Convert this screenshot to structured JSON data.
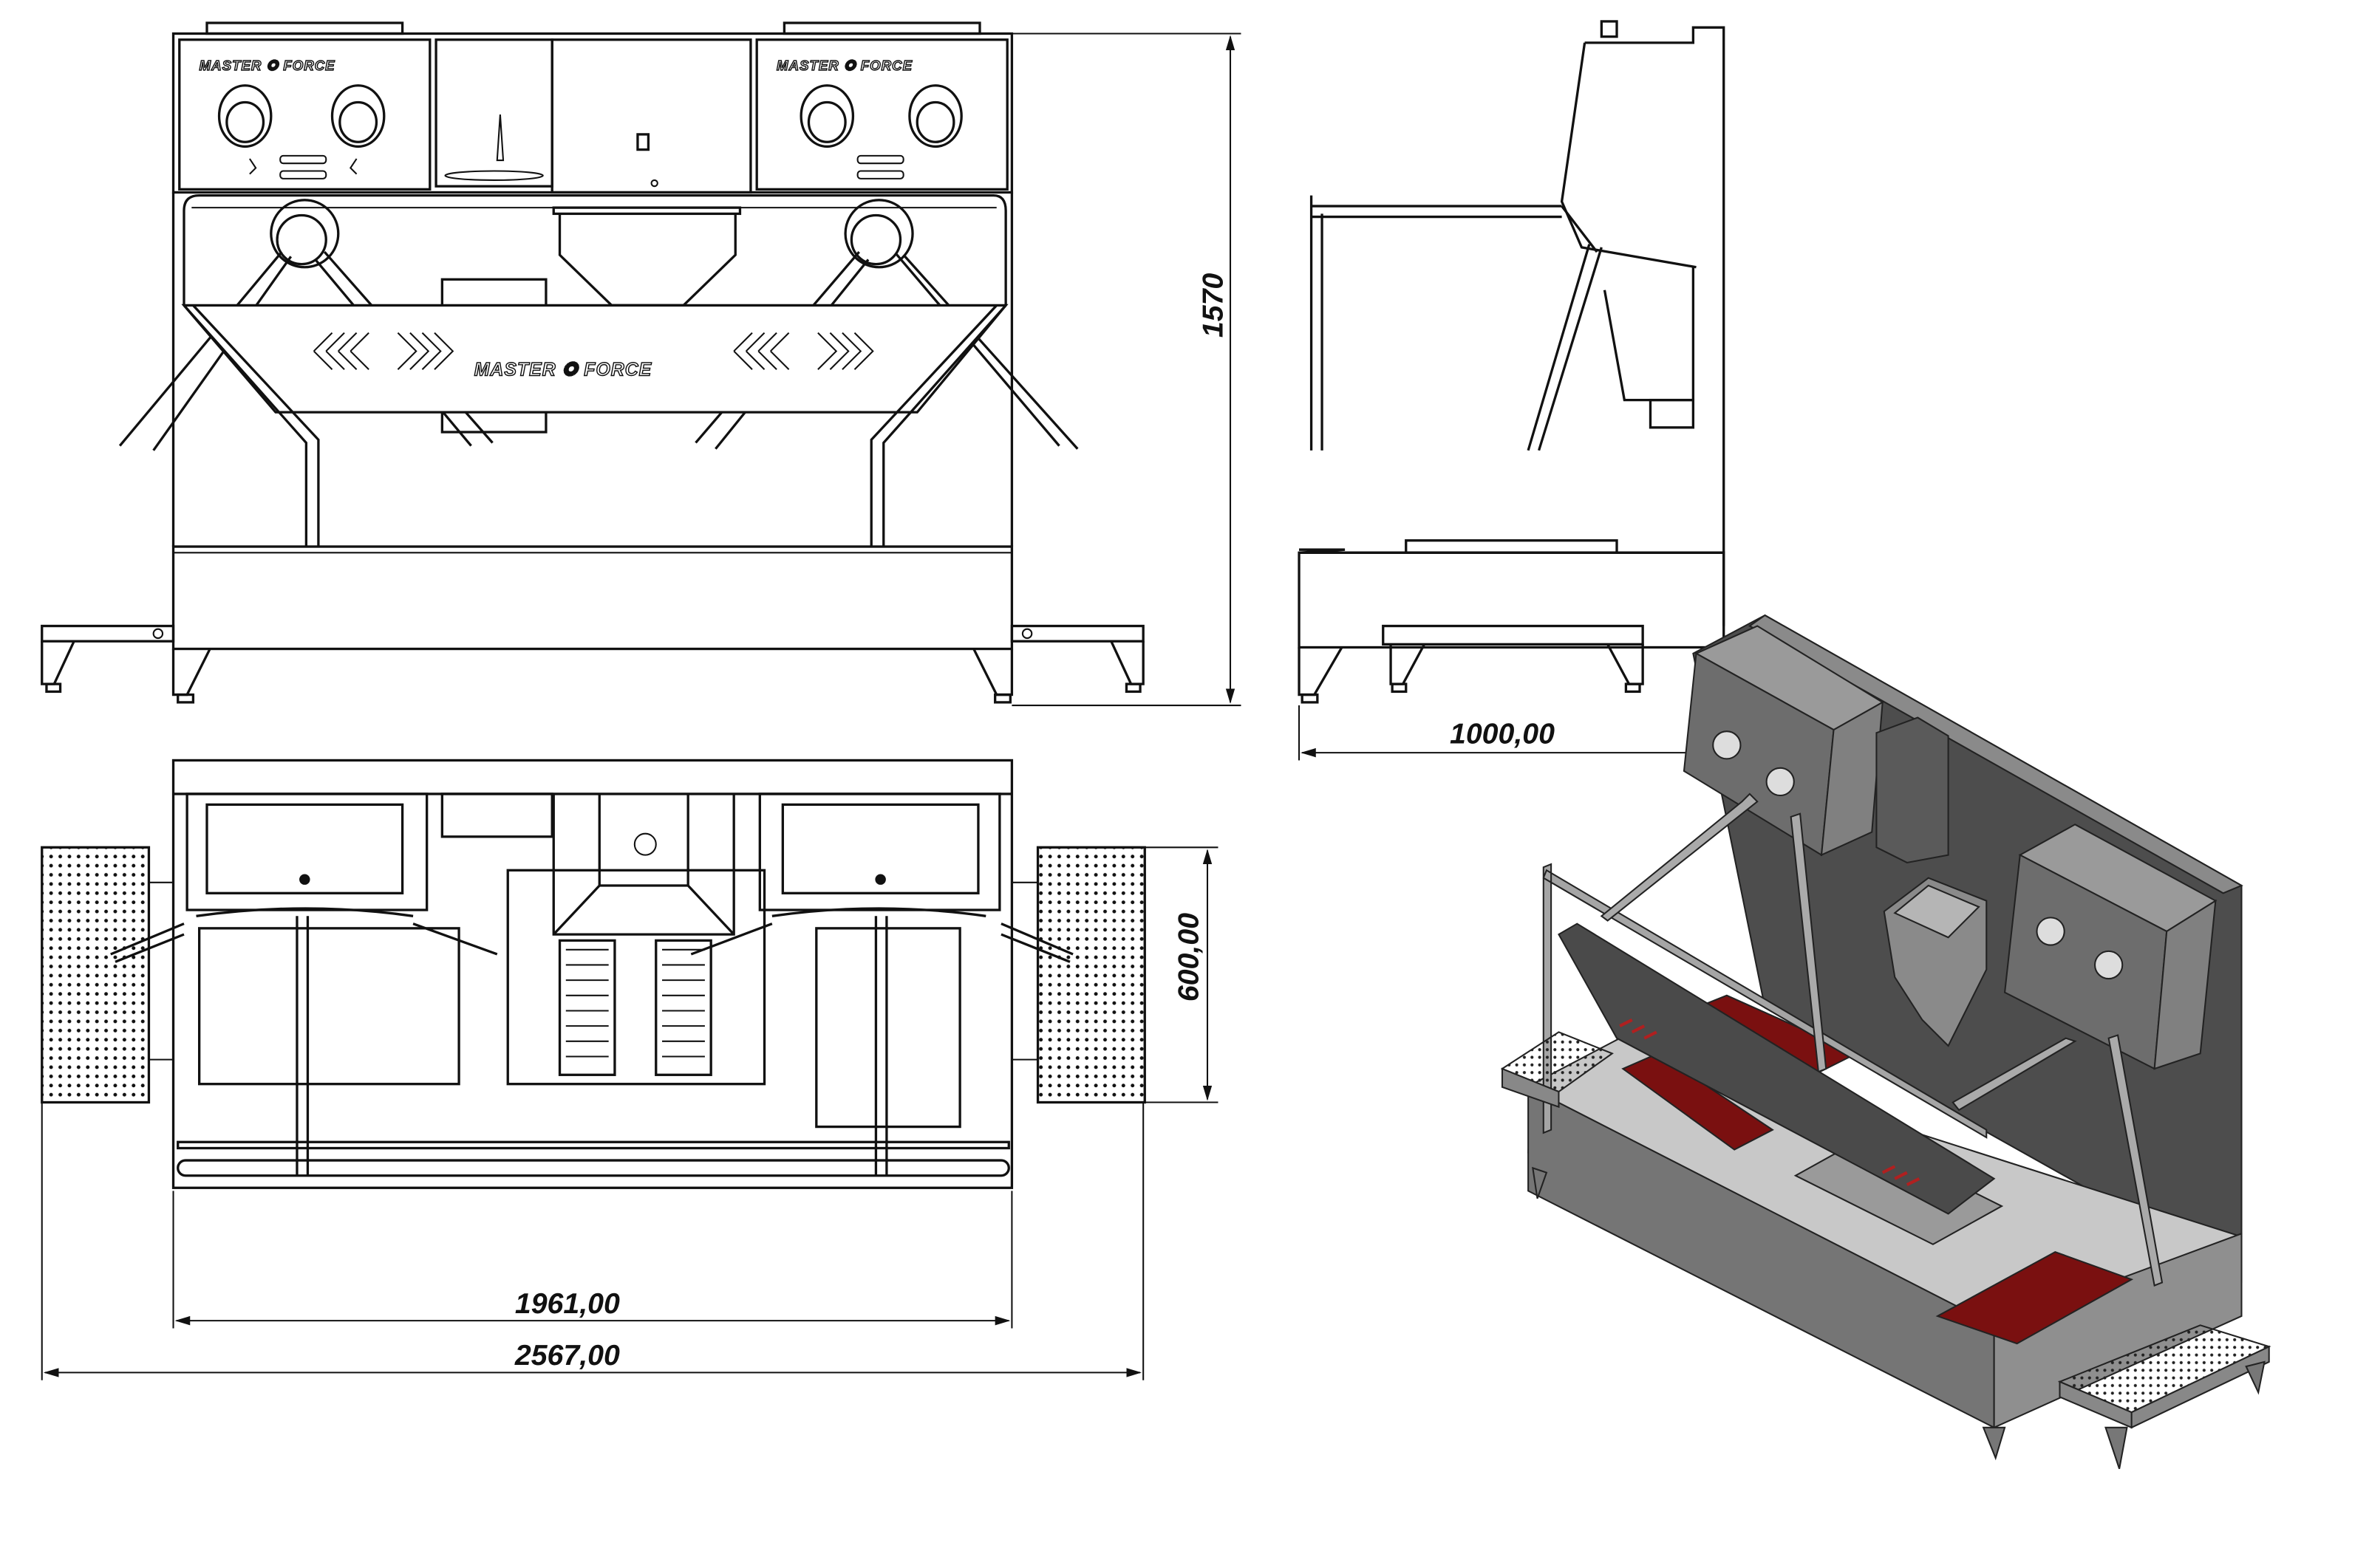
{
  "drawing": {
    "brand_logo": "MASTER FORCE",
    "dimensions": {
      "height": "1570",
      "depth": "1000,00",
      "platform_depth": "600,00",
      "body_width": "1961,00",
      "overall_width": "2567,00"
    },
    "colors": {
      "line": "#111111",
      "mat_red": "#7a1010",
      "iso_dark": "#4a4a4a",
      "iso_mid": "#7a7a7a",
      "iso_light": "#c8c8c8"
    }
  }
}
